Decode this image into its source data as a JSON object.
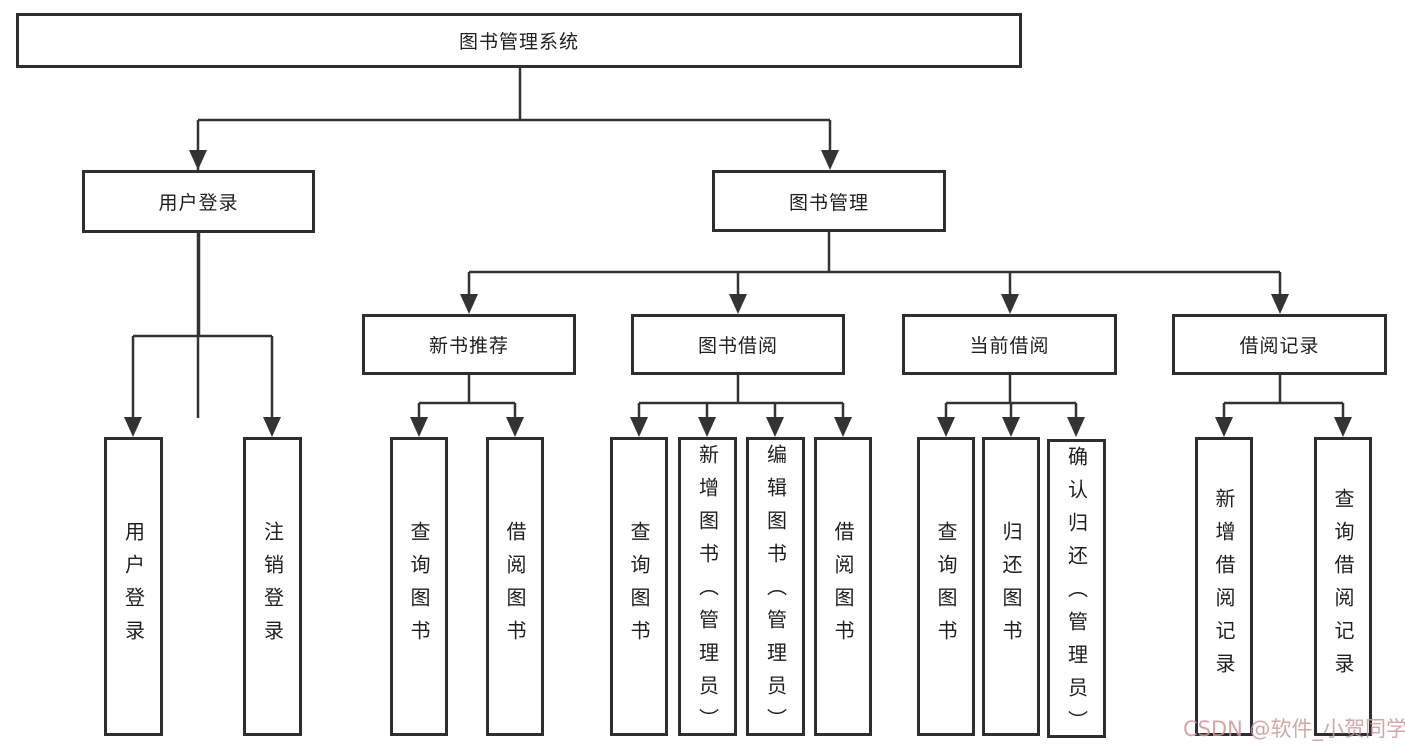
{
  "page": {
    "background": "#ffffff",
    "line_color": "#333333",
    "box_border_color": "#2e2e2e",
    "text_color": "#1f1f1f"
  },
  "diagram": {
    "root": {
      "label": "图书管理系统"
    },
    "level2": [
      {
        "label": "用户登录"
      },
      {
        "label": "图书管理"
      }
    ],
    "level3": [
      {
        "label": "新书推荐"
      },
      {
        "label": "图书借阅"
      },
      {
        "label": "当前借阅"
      },
      {
        "label": "借阅记录"
      }
    ],
    "leaves": {
      "user_login": [
        {
          "label": "用户登录"
        },
        {
          "label": "注销登录"
        }
      ],
      "new_book_recommend": [
        {
          "label": "查询图书"
        },
        {
          "label": "借阅图书"
        }
      ],
      "book_borrow": [
        {
          "label": "查询图书"
        },
        {
          "label": "新增图书（管理员）"
        },
        {
          "label": "编辑图书（管理员）"
        },
        {
          "label": "借阅图书"
        }
      ],
      "current_borrow": [
        {
          "label": "查询图书"
        },
        {
          "label": "归还图书"
        },
        {
          "label": "确认归还（管理员）"
        }
      ],
      "borrow_records": [
        {
          "label": "新增借阅记录"
        },
        {
          "label": "查询借阅记录"
        }
      ]
    }
  },
  "watermark": {
    "text": "CSDN @软件_小贺同学",
    "color": "#cb9898"
  }
}
